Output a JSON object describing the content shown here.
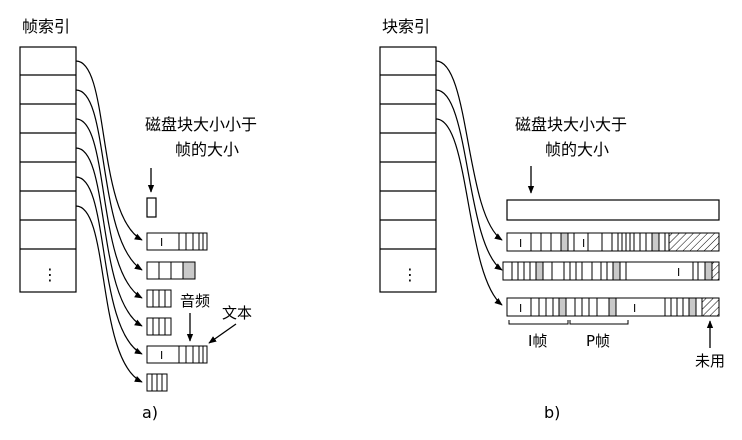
{
  "panel_a": {
    "title": "帧索引",
    "note_line1": "磁盘块大小小于",
    "note_line2": "帧的大小",
    "label_audio": "音频",
    "label_text": "文本",
    "index_ellipsis": "⋮",
    "i_mark": "I",
    "caption": "a)"
  },
  "panel_b": {
    "title": "块索引",
    "note_line1": "磁盘块大小大于",
    "note_line2": "帧的大小",
    "label_i_frame": "I帧",
    "label_p_frame": "P帧",
    "label_unused": "未用",
    "index_ellipsis": "⋮",
    "i_mark": "I",
    "caption": "b)"
  }
}
